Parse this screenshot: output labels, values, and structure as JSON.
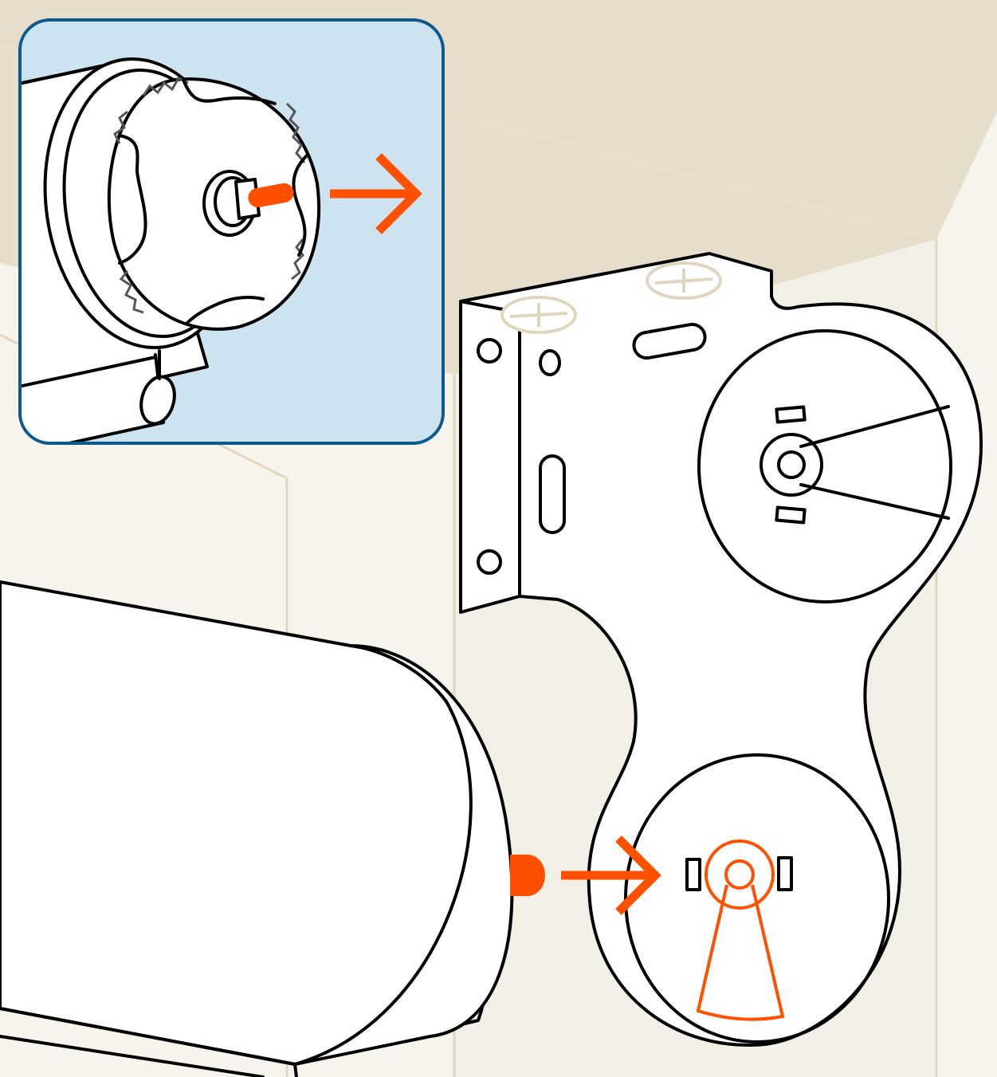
{
  "colors": {
    "background": "#ffffff",
    "wall": "#f7f4ed",
    "ceiling": "#e6ddca",
    "wall_side": "#f2efe6",
    "inset_fill": "#cde3f0",
    "inset_border": "#0c5a8c",
    "accent": "#ff5000",
    "outline": "#000000",
    "screw": "#e0d5bf"
  },
  "diagram": {
    "components": [
      {
        "name": "roller-tube",
        "icon": "cylinder-shape"
      },
      {
        "name": "mounting-bracket",
        "icon": "bracket-shape"
      },
      {
        "name": "tube-end-pin",
        "icon": "pin-shape"
      },
      {
        "name": "insertion-arrow",
        "icon": "right-arrow-icon"
      },
      {
        "name": "detail-inset",
        "icon": "gear-end-cap"
      }
    ]
  }
}
